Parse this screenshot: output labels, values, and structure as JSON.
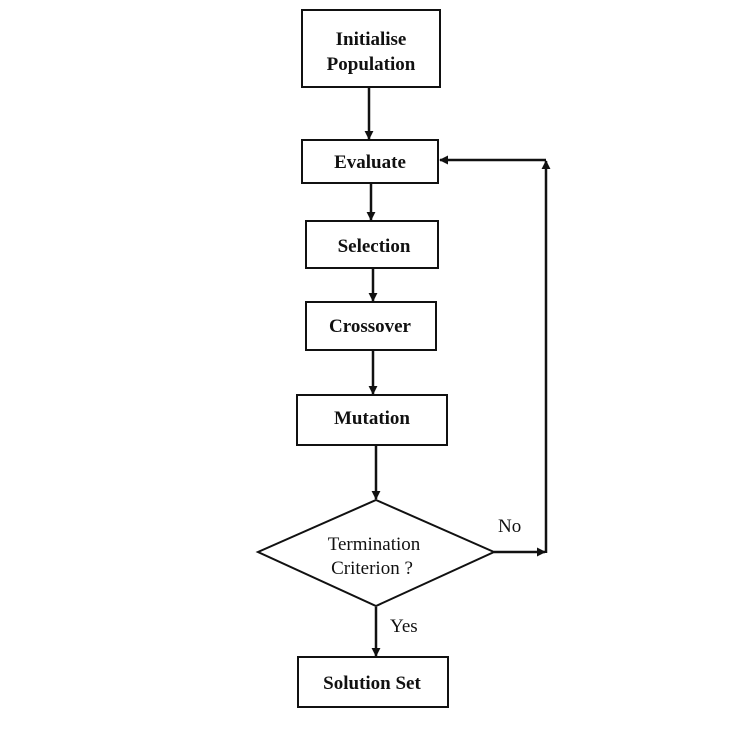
{
  "diagram": {
    "nodes": {
      "initialise": {
        "line1": "Initialise",
        "line2": "Population"
      },
      "evaluate": "Evaluate",
      "selection": "Selection",
      "crossover": "Crossover",
      "mutation": "Mutation",
      "termination": {
        "line1": "Termination",
        "line2": "Criterion ?"
      },
      "solution": "Solution Set"
    },
    "edge_labels": {
      "no": "No",
      "yes": "Yes"
    }
  }
}
